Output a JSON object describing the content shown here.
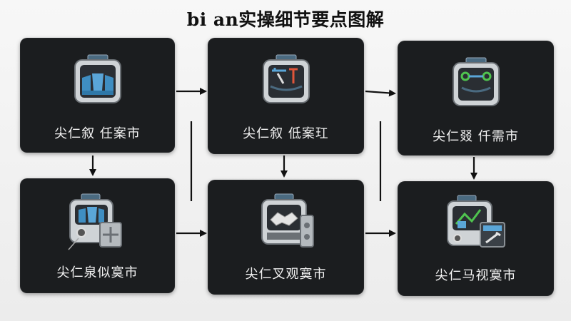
{
  "title": "bi an实操细节要点图解",
  "cards": [
    {
      "label": "尖仁叙 任案市",
      "icon": "hardhat-bin-icon"
    },
    {
      "label": "尖仁叙 低案玒",
      "icon": "wrench-toolbox-icon"
    },
    {
      "label": "尖仁叕 仟需市",
      "icon": "gear-toolbox-icon"
    },
    {
      "label": "尖仁泉似寞市",
      "icon": "machine-tools-icon"
    },
    {
      "label": "尖仁叉观寞市",
      "icon": "handshake-machine-icon"
    },
    {
      "label": "尖仁马视寞市",
      "icon": "monitor-wrench-icon"
    }
  ]
}
